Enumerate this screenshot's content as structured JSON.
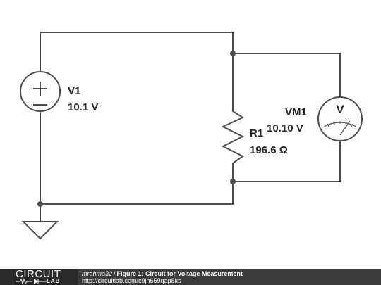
{
  "schematic": {
    "v1": {
      "name": "V1",
      "value": "10.1 V",
      "plus": "+",
      "minus": "−"
    },
    "r1": {
      "name": "R1",
      "value": "196.6 Ω"
    },
    "vm1": {
      "name": "VM1",
      "value": "10.10 V",
      "symbol": "V"
    }
  },
  "footer": {
    "logo_top": "CIRCUIT",
    "logo_bottom": "LAB",
    "author": "mrahma32",
    "separator": "/",
    "figure_title": "Figure 1: Circuit for Voltage Measurement",
    "url": "http://circuitlab.com/c9jn659qap8ks"
  },
  "colors": {
    "wire": "#4d4d4d",
    "footer_bg": "#3a3a3a",
    "text": "#262626"
  }
}
